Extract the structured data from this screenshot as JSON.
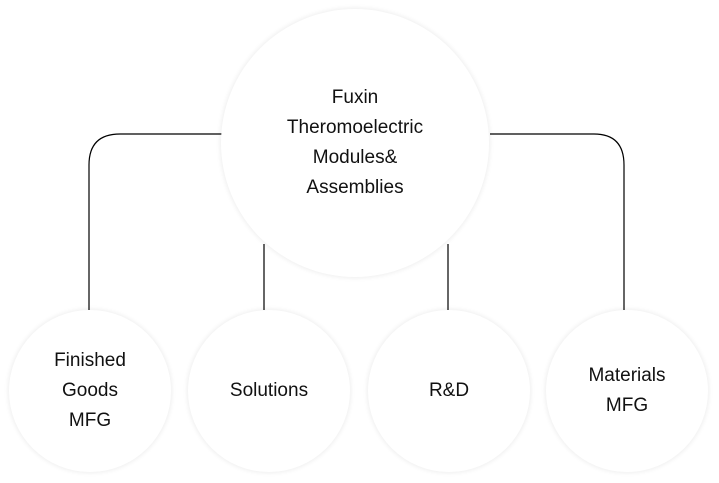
{
  "diagram": {
    "type": "org-chart",
    "root": {
      "label": "Fuxin\nTheromoelectric\nModules&\nAssemblies"
    },
    "children": [
      {
        "label": "Finished\nGoods\nMFG"
      },
      {
        "label": "Solutions"
      },
      {
        "label": "R&D"
      },
      {
        "label": "Materials\nMFG"
      }
    ],
    "colors": {
      "background": "#ffffff",
      "node_fill": "#ffffff",
      "connector": "#000000",
      "text": "#111111"
    }
  }
}
